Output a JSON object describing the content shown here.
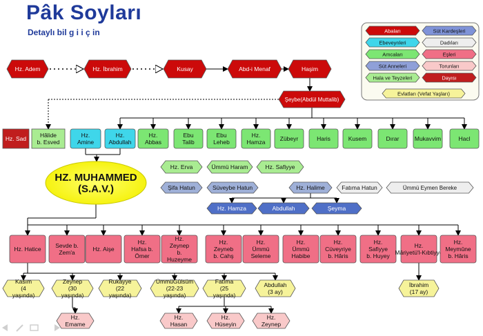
{
  "header": {
    "title": "Pâk Soyları",
    "subtitle": "Detaylı bil g   i   i   ç   in"
  },
  "colors": {
    "red": "#cc0a0a",
    "blue": "#7f93d8",
    "cyan": "#3fd6ea",
    "green": "#7ce673",
    "pink": "#f06f86",
    "violet": "#8fa0d8",
    "lightgreen": "#a9ec92",
    "darkred": "#c01e1e",
    "yellow": "#f6f39a",
    "lightpink": "#f9c9c9",
    "lightgray": "#eeeeee",
    "deepblue": "#4f6fc7",
    "grayblue": "#9fb0d8"
  },
  "legend": [
    {
      "label": "Abaları",
      "color": "red"
    },
    {
      "label": "Süt Kardeşleri",
      "color": "blue"
    },
    {
      "label": "Ebeveynleri",
      "color": "cyan"
    },
    {
      "label": "Dadıları",
      "color": "lightgray"
    },
    {
      "label": "Amcaları",
      "color": "green"
    },
    {
      "label": "Eşleri",
      "color": "pink"
    },
    {
      "label": "Süt Anneleri",
      "color": "violet"
    },
    {
      "label": "Torunları",
      "color": "lightpink"
    },
    {
      "label": "Hala ve Teyzeleri",
      "color": "lightgreen"
    },
    {
      "label": "Dayısı",
      "color": "darkred"
    },
    {
      "label": "Evlatları (Vefat Yaşları)",
      "color": "yellow"
    }
  ],
  "nodes": {
    "adem": {
      "label": "Hz. Adem",
      "color": "red"
    },
    "ibrahim": {
      "label": "Hz. İbrahim",
      "color": "red"
    },
    "kusay": {
      "label": "Kusay",
      "color": "red"
    },
    "abdimenaf": {
      "label": "Abd-i Menaf",
      "color": "red"
    },
    "hasim": {
      "label": "Haşim",
      "color": "red"
    },
    "seybe": {
      "label": "Şeybe(Abdül Muttalib)",
      "color": "red"
    },
    "sad": {
      "label": "Hz. Sad",
      "color": "darkred"
    },
    "halide": {
      "label": "Hâlide b. Esved",
      "color": "lightgreen"
    },
    "amine": {
      "label": "Hz. Amine",
      "color": "cyan"
    },
    "abdullah": {
      "label": "Hz. Abdullah",
      "color": "cyan"
    },
    "abbas": {
      "label": "Hz. Abbas",
      "color": "green"
    },
    "ebutalib": {
      "label": "Ebu Talib",
      "color": "green"
    },
    "ebuleheb": {
      "label": "Ebu Leheb",
      "color": "green"
    },
    "hamza": {
      "label": "Hz. Hamza",
      "color": "green"
    },
    "zubeyr": {
      "label": "Zübeyr",
      "color": "green"
    },
    "haris": {
      "label": "Haris",
      "color": "green"
    },
    "kusem": {
      "label": "Kusem",
      "color": "green"
    },
    "dirar": {
      "label": "Dırar",
      "color": "green"
    },
    "mukavvim": {
      "label": "Mukavvim",
      "color": "green"
    },
    "hacl": {
      "label": "Hacl",
      "color": "green"
    },
    "muhammed": {
      "label": "HZ. MUHAMMED (S.A.V.)",
      "color": "yellowbig"
    },
    "erva": {
      "label": "Hz. Erva",
      "color": "lightgreen"
    },
    "ummuharam": {
      "label": "Ümmü Haram",
      "color": "lightgreen"
    },
    "safiyye": {
      "label": "Hz. Safiyye",
      "color": "lightgreen"
    },
    "sifa": {
      "label": "Şifa Hatun",
      "color": "grayblue"
    },
    "suveybe": {
      "label": "Süveybe Hatun",
      "color": "grayblue"
    },
    "halime": {
      "label": "Hz. Halime",
      "color": "grayblue"
    },
    "fatimahatun": {
      "label": "Fatıma Hatun",
      "color": "lightgray"
    },
    "ummueymen": {
      "label": "Ümmü Eymen Bereke",
      "color": "lightgray"
    },
    "hamza2": {
      "label": "Hz. Hamza",
      "color": "deepblue"
    },
    "abdullah2": {
      "label": "Abdullah",
      "color": "deepblue"
    },
    "seyma": {
      "label": "Şeyma",
      "color": "deepblue"
    },
    "hatice": {
      "label": "Hz. Hatice",
      "color": "pink"
    },
    "sevde": {
      "label": "Sevde b. Zem'a",
      "color": "pink"
    },
    "aise": {
      "label": "Hz. Aişe",
      "color": "pink"
    },
    "hafsa": {
      "label": "Hz. Hafsa b. Ömer",
      "color": "pink"
    },
    "zeynephuzeyme": {
      "label": "Hz. Zeynep b. Huzeyme",
      "color": "pink"
    },
    "zeynebcahs": {
      "label": "Hz. Zeyneb b. Cahş",
      "color": "pink"
    },
    "ummuseleme": {
      "label": "Hz. Ümmü Seleme",
      "color": "pink"
    },
    "ummuhabibe": {
      "label": "Hz. Ümmü Habibe",
      "color": "pink"
    },
    "cuveyriye": {
      "label": "Hz. Cüveyriye b. Hâris",
      "color": "pink"
    },
    "safiyyehuyey": {
      "label": "Hz. Safiyye b. Huyey",
      "color": "pink"
    },
    "mariye": {
      "label": "Hz. Mâriyetü'l-Kıbtiyye",
      "color": "pink"
    },
    "meymune": {
      "label": "Hz. Meymûne b. Hâris",
      "color": "pink"
    },
    "kasim": {
      "label": "Kasım (4 yaşında)",
      "color": "yellow"
    },
    "zeynep": {
      "label": "Zeynep (30 yaşında)",
      "color": "yellow"
    },
    "rukayye": {
      "label": "Rukayye (22 yaşında)",
      "color": "yellow"
    },
    "ummugulsum": {
      "label": "ÜmmüGülsüm (22-23 yaşında)",
      "color": "yellow"
    },
    "fatima": {
      "label": "Fatıma (25 yaşında)",
      "color": "yellow"
    },
    "abdullah3": {
      "label": "Abdullah (3 ay)",
      "color": "yellow"
    },
    "ibrahim2": {
      "label": "İbrahim (17 ay)",
      "color": "yellow"
    },
    "emame": {
      "label": "Hz. Emame",
      "color": "lightpink"
    },
    "hasan": {
      "label": "Hz. Hasan",
      "color": "lightpink"
    },
    "huseyin": {
      "label": "Hz. Hüseyin",
      "color": "lightpink"
    },
    "zeynep2": {
      "label": "Hz. Zeynep",
      "color": "lightpink"
    }
  }
}
